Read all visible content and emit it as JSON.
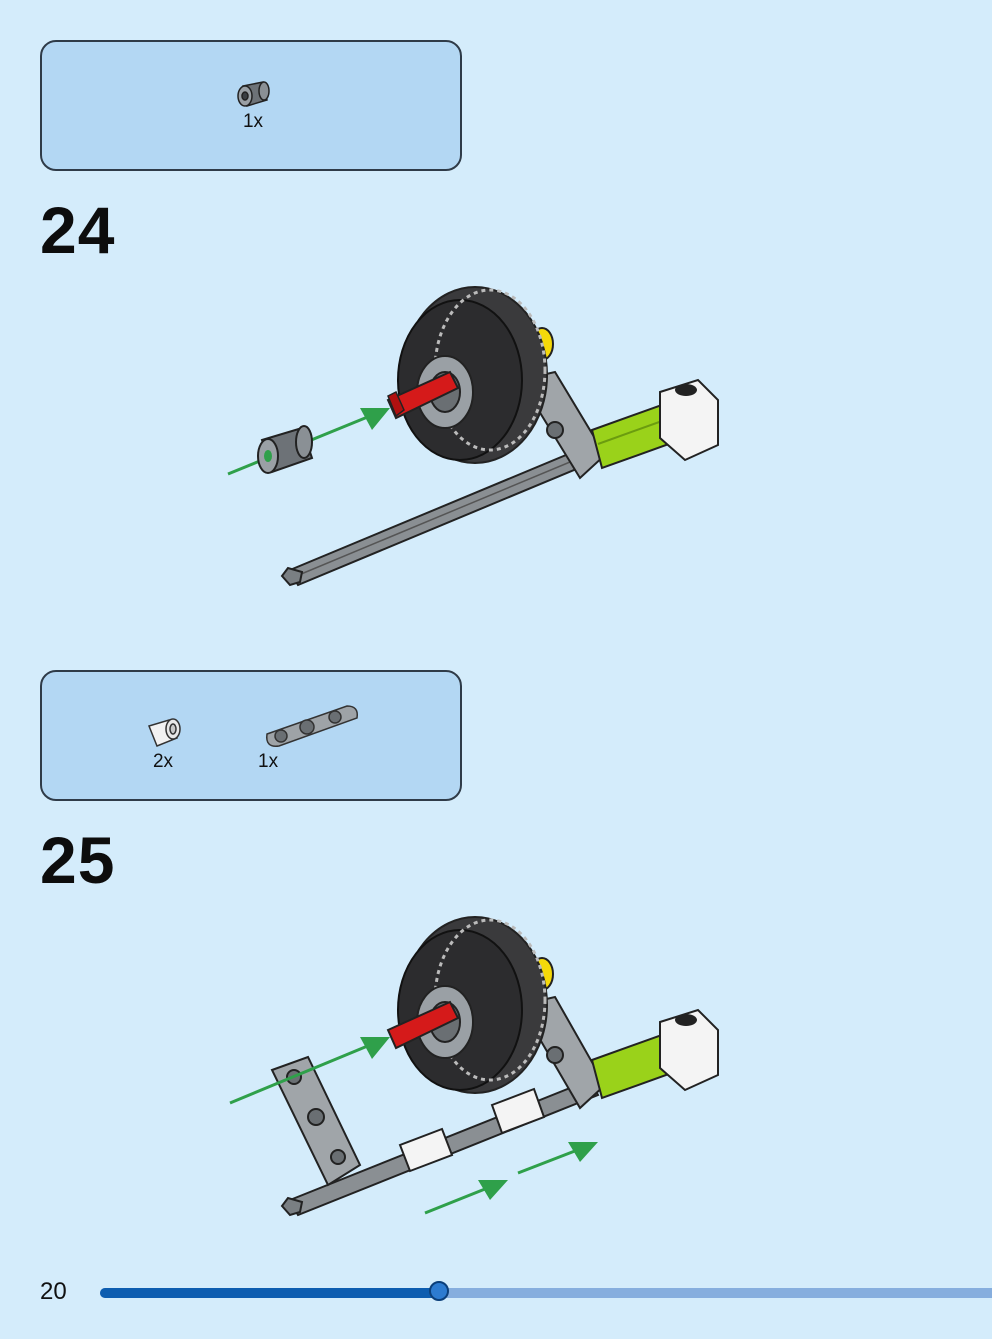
{
  "step24": {
    "number": "24",
    "parts": [
      {
        "name": "bush",
        "qty": "1x"
      }
    ]
  },
  "step25": {
    "number": "25",
    "parts": [
      {
        "name": "white-tube",
        "qty": "2x"
      },
      {
        "name": "beam-3",
        "qty": "1x"
      }
    ]
  },
  "footer": {
    "page_number": "20",
    "progress": 0.38
  },
  "colors": {
    "background": "#d4ecfb",
    "parts_box": "#b3d7f3",
    "progress_fill": "#0d5db0",
    "progress_track": "#86aede",
    "arrow_green": "#2fa04a",
    "axle_red": "#d51a1a",
    "axle_lime": "#9ad21a",
    "stone_gray": "#8a8f93"
  }
}
